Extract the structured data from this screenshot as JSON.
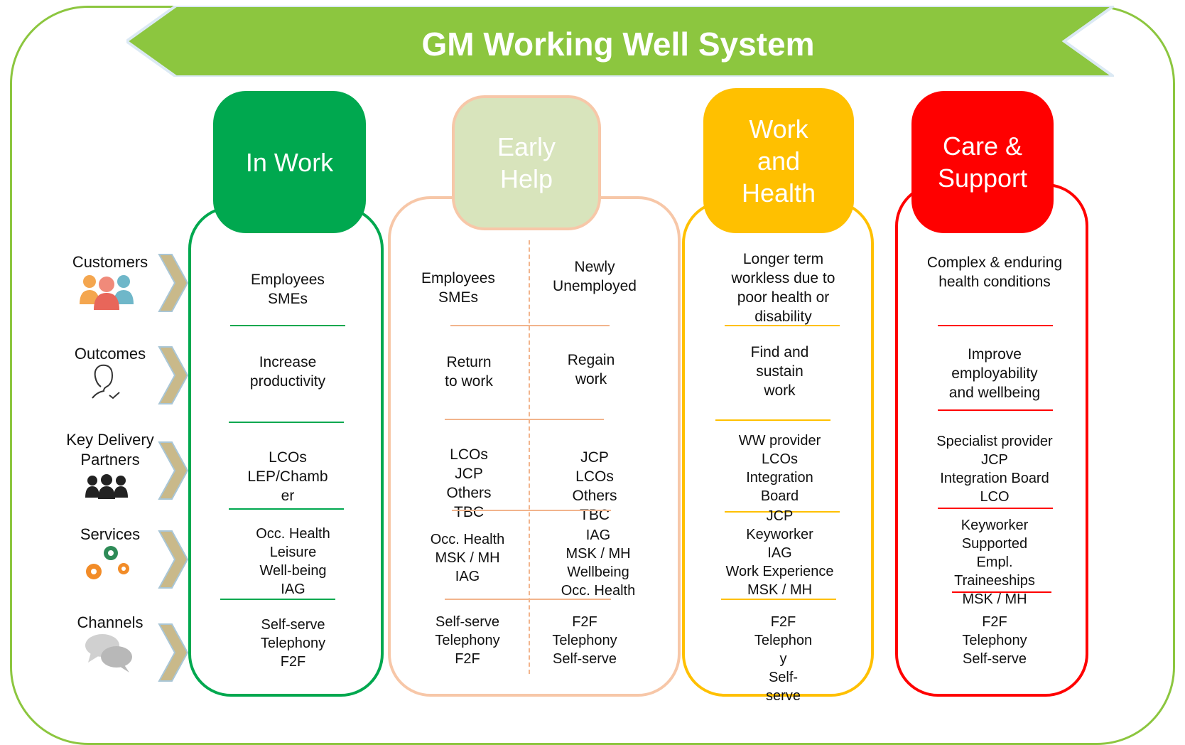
{
  "title": "GM Working Well System",
  "colors": {
    "frame": "#8cc63f",
    "banner": "#8cc63f",
    "in_work": "#00a84f",
    "early_help": "#f7c7a8",
    "early_help_head": "#d8e4bc",
    "work_health": "#ffc000",
    "care_support": "#ff0000"
  },
  "rows": {
    "customers": {
      "label": "Customers",
      "icon": "people-group-icon"
    },
    "outcomes": {
      "label": "Outcomes",
      "icon": "person-check-icon"
    },
    "partners": {
      "label": "Key Delivery\nPartners",
      "icon": "team-icon"
    },
    "services": {
      "label": "Services",
      "icon": "gears-icon"
    },
    "channels": {
      "label": "Channels",
      "icon": "speech-bubbles-icon"
    }
  },
  "columns": {
    "in_work": {
      "heading": "In Work",
      "customers": "Employees\nSMEs",
      "outcomes": "Increase\nproductivity",
      "partners": "LCOs\nLEP/Chamb\ner",
      "services": "Occ. Health\nLeisure\nWell-being\nIAG",
      "channels": "Self-serve\nTelephony\nF2F"
    },
    "early_help": {
      "heading": "Early\nHelp",
      "left": {
        "customers": "Employees\nSMEs",
        "outcomes": "Return\nto work",
        "partners": "LCOs\nJCP\nOthers\nTBC",
        "services": "Occ. Health\nMSK / MH\nIAG",
        "channels": "Self-serve\nTelephony\nF2F"
      },
      "right": {
        "customers": "Newly\nUnemployed",
        "outcomes": "Regain\nwork",
        "partners": "JCP\nLCOs\nOthers\nTBC",
        "services": "IAG\nMSK / MH\nWellbeing\nOcc. Health",
        "channels": "F2F\nTelephony\nSelf-serve"
      }
    },
    "work_health": {
      "heading": "Work\nand\nHealth",
      "customers": "Longer term\nworkless due to\npoor health or\ndisability",
      "outcomes": "Find and\nsustain\nwork",
      "partners": "WW provider\nLCOs\nIntegration\nBoard",
      "services": "JCP\nKeyworker\nIAG\nWork Experience\nMSK / MH",
      "channels": "F2F\nTelephon\ny\nSelf-\nserve"
    },
    "care_support": {
      "heading": "Care &\nSupport",
      "customers": "Complex & enduring\nhealth conditions",
      "outcomes": "Improve\nemployability\nand wellbeing",
      "partners": "Specialist provider\nJCP\nIntegration Board\nLCO",
      "services": "Keyworker\nSupported\nEmpl.\nTraineeships\nMSK / MH",
      "channels": "F2F\nTelephony\nSelf-serve"
    }
  }
}
